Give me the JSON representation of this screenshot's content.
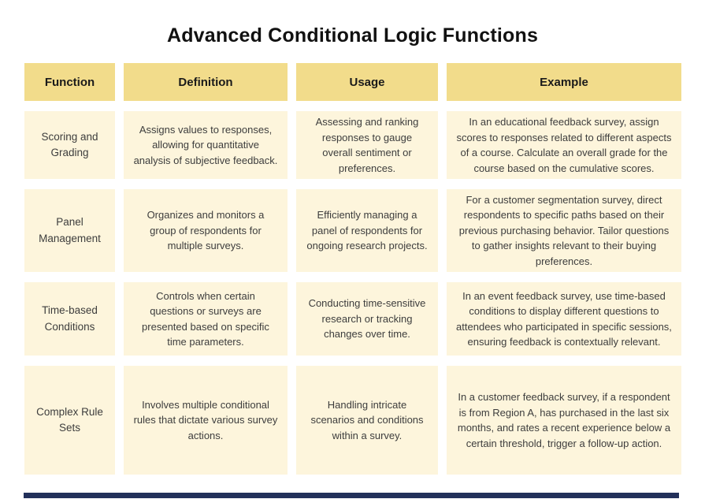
{
  "theme": {
    "page_bg": "#ffffff",
    "header_bg": "#f2dc8b",
    "cell_bg": "#fdf5dc",
    "title_color": "#111111",
    "header_text": "#1a1a1a",
    "body_text": "#3d3d3d",
    "accent_bar": "#22305a"
  },
  "title": "Advanced Conditional Logic Functions",
  "table": {
    "columns": [
      "Function",
      "Definition",
      "Usage",
      "Example"
    ],
    "rows": [
      {
        "function": "Scoring and Grading",
        "definition": "Assigns values to responses, allowing for quantitative analysis of subjective feedback.",
        "usage": "Assessing and ranking responses to gauge overall sentiment or preferences.",
        "example": "In an educational feedback survey, assign scores to responses related to different aspects of a course. Calculate an overall grade for the course based on the cumulative scores."
      },
      {
        "function": "Panel Management",
        "definition": "Organizes and monitors a group of respondents for multiple surveys.",
        "usage": "Efficiently managing a panel of respondents for ongoing research projects.",
        "example": "For a customer segmentation survey, direct respondents to specific paths based on their previous purchasing behavior. Tailor questions to gather insights relevant to their buying preferences."
      },
      {
        "function": "Time-based Conditions",
        "definition": "Controls when certain questions or surveys are presented based on specific time parameters.",
        "usage": "Conducting time-sensitive research or tracking changes over time.",
        "example": "In an event feedback survey, use time-based conditions to display different questions to attendees who participated in specific sessions, ensuring feedback is contextually relevant."
      },
      {
        "function": "Complex Rule Sets",
        "definition": "Involves multiple conditional rules that dictate various survey actions.",
        "usage": "Handling intricate scenarios and conditions within a survey.",
        "example": "In a customer feedback survey, if a respondent is from Region A, has purchased in the last six months, and rates a recent experience below a certain threshold, trigger a follow-up action."
      }
    ]
  }
}
